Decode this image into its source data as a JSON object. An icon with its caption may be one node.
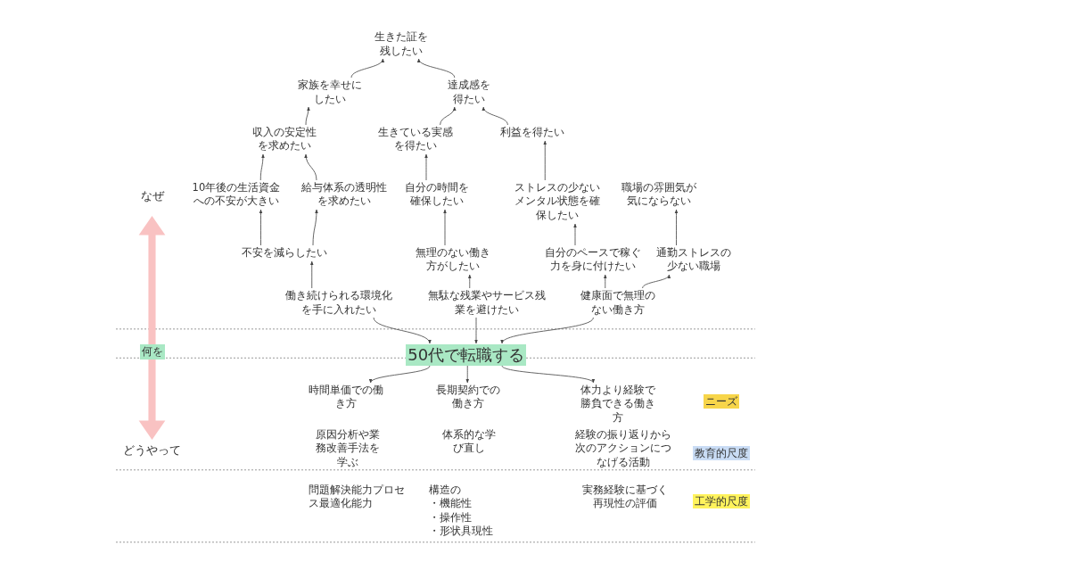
{
  "diagram": {
    "nodes": [
      {
        "text": [
          "生きた証を残したい"
        ]
      },
      {
        "text": [
          "家族を幸せにしたい"
        ]
      },
      {
        "text": [
          "達成感を得たい"
        ]
      },
      {
        "text": [
          "収入の安定性を求めたい"
        ]
      },
      {
        "text": [
          "生きている実感を得たい"
        ]
      },
      {
        "text": [
          "利益を得たい"
        ]
      },
      {
        "text": [
          "10年後の生活資金への不安が大きい"
        ]
      },
      {
        "text": [
          "給与体系の透明性を求めたい"
        ]
      },
      {
        "text": [
          "自分の時間を確保したい"
        ]
      },
      {
        "text": [
          "ストレスの少ないメンタル状態を確保したい"
        ]
      },
      {
        "text": [
          "職場の雰囲気が気にならない"
        ]
      },
      {
        "text": [
          "不安を減らしたい"
        ]
      },
      {
        "text": [
          "無理のない働き方がしたい"
        ]
      },
      {
        "text": [
          "自分のペースで稼ぐ力を身に付けたい"
        ]
      },
      {
        "text": [
          "通勤ストレスの少ない職場"
        ]
      },
      {
        "text": [
          "働き続けられる環境化を手に入れたい"
        ]
      },
      {
        "text": [
          "無駄な残業やサービス残業を避けたい"
        ]
      },
      {
        "text": [
          "健康面で無理のない働き方"
        ]
      },
      {
        "text": [
          "50代で転職する"
        ]
      },
      {
        "text": [
          "時間単価での働き方"
        ]
      },
      {
        "text": [
          "長期契約での働き方"
        ]
      },
      {
        "text": [
          "体力より経験で勝負できる働き方"
        ]
      },
      {
        "text": [
          "何を"
        ]
      },
      {
        "text": [
          "ニーズ"
        ]
      },
      {
        "text": [
          "教育的尺度"
        ]
      },
      {
        "text": [
          "工学的尺度"
        ]
      }
    ],
    "edges": [
      {
        "from": 1,
        "to": 0,
        "arrow": "to"
      },
      {
        "from": 2,
        "to": 0,
        "arrow": "to"
      },
      {
        "from": 3,
        "to": 1,
        "arrow": "to"
      },
      {
        "from": 4,
        "to": 2,
        "arrow": "to"
      },
      {
        "from": 5,
        "to": 2,
        "arrow": "to"
      },
      {
        "from": 6,
        "to": 3,
        "arrow": "to"
      },
      {
        "from": 7,
        "to": 3,
        "arrow": "to"
      },
      {
        "from": 8,
        "to": 4,
        "arrow": "to"
      },
      {
        "from": 9,
        "to": 5,
        "arrow": "to"
      },
      {
        "from": 14,
        "to": 10,
        "arrow": "to"
      },
      {
        "from": 11,
        "to": 6,
        "arrow": "to"
      },
      {
        "from": 11,
        "to": 7,
        "arrow": "to"
      },
      {
        "from": 12,
        "to": 8,
        "arrow": "to"
      },
      {
        "from": 13,
        "to": 9,
        "arrow": "to"
      },
      {
        "from": 15,
        "to": 11,
        "arrow": "to"
      },
      {
        "from": 16,
        "to": 12,
        "arrow": "to"
      },
      {
        "from": 17,
        "to": 13,
        "arrow": "to"
      },
      {
        "from": 17,
        "to": 14,
        "arrow": "to"
      },
      {
        "from": 15,
        "to": 18,
        "arrow": "to"
      },
      {
        "from": 16,
        "to": 18,
        "arrow": "to"
      },
      {
        "from": 17,
        "to": 18,
        "arrow": "to"
      },
      {
        "from": 18,
        "to": 19,
        "arrow": "to"
      },
      {
        "from": 18,
        "to": 20,
        "arrow": "to"
      },
      {
        "from": 18,
        "to": 21,
        "arrow": "to"
      }
    ],
    "labels": [
      "なぜ",
      "どうやって",
      "原因分析や業務改善手法を学ぶ",
      "体系的な学び直し",
      "経験の振り返りから次のアクションにつなげる活動",
      "問題解決能力プロセス最適化能力",
      "構造の・機能性・操作性・形状具現性",
      "実務経験に基づく再現性の評価"
    ]
  }
}
